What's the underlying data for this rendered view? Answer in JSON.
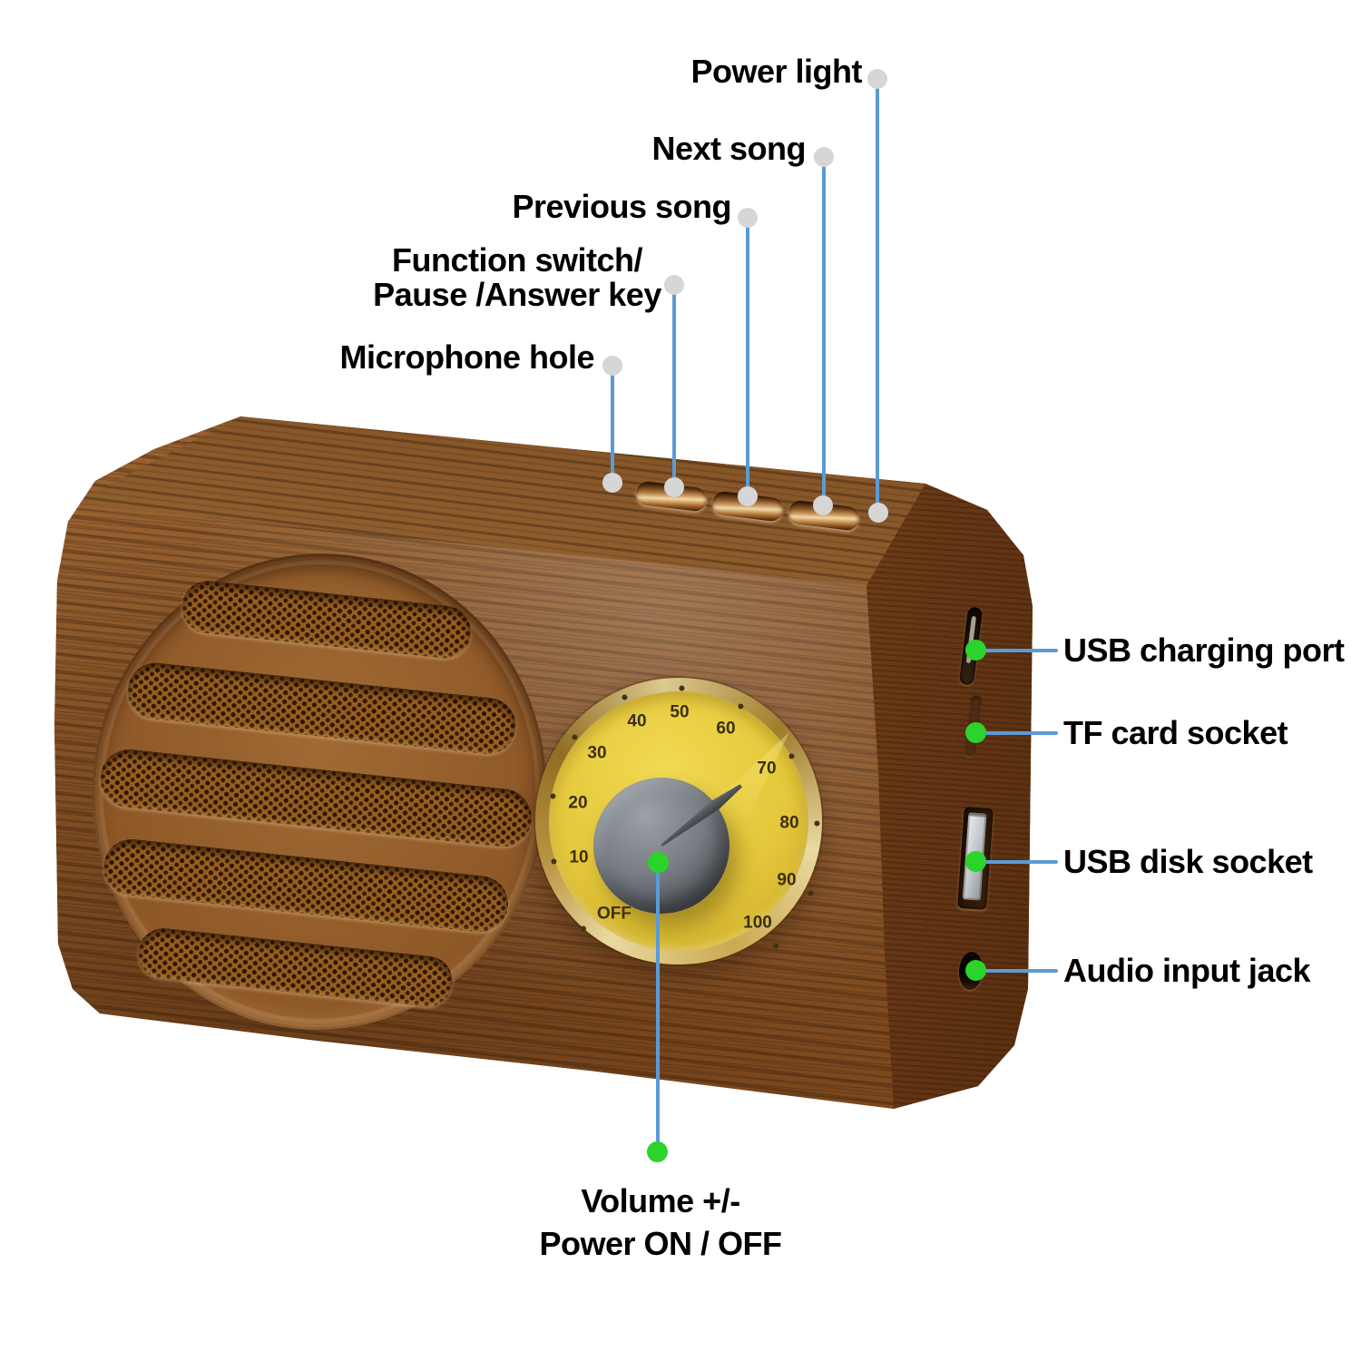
{
  "callouts": {
    "power_light": "Power light",
    "next_song": "Next song",
    "previous_song": "Previous song",
    "function_switch_line1": "Function switch/",
    "function_switch_line2": "Pause /Answer key",
    "microphone_hole": "Microphone hole",
    "usb_charging_port": "USB charging port",
    "tf_card_socket": "TF card socket",
    "usb_disk_socket": "USB disk socket",
    "audio_input_jack": "Audio input jack",
    "volume_line1": "Volume +/-",
    "volume_line2": "Power ON / OFF"
  },
  "dial": {
    "scale_labels": [
      "OFF",
      "10",
      "20",
      "30",
      "40",
      "50",
      "60",
      "70",
      "80",
      "90",
      "100"
    ]
  },
  "colors": {
    "callout_line": "#5b9bd5",
    "dot_gray": "#d6d6d6",
    "dot_green": "#2bd32b",
    "dial_face_yellow": "#e4c73a",
    "dial_rim_gold": "#c7a84e",
    "knob_gray": "#6e7277",
    "wood_front": "#8a5527",
    "wood_top": "#9a6736",
    "wood_side": "#6f3d18"
  }
}
